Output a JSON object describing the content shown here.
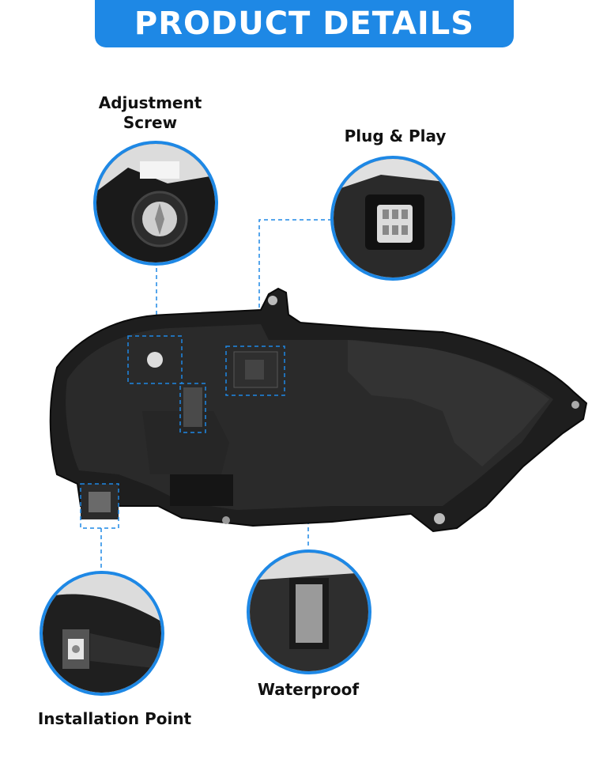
{
  "banner": {
    "title": "PRODUCT DETAILS"
  },
  "labels": {
    "adjustment_line1": "Adjustment",
    "adjustment_line2": "Screw",
    "plug": "Plug & Play",
    "waterproof": "Waterproof",
    "installation": "Installation Point"
  },
  "colors": {
    "accent": "#1e88e5",
    "housing": "#1c1c1c",
    "background": "#ffffff"
  }
}
